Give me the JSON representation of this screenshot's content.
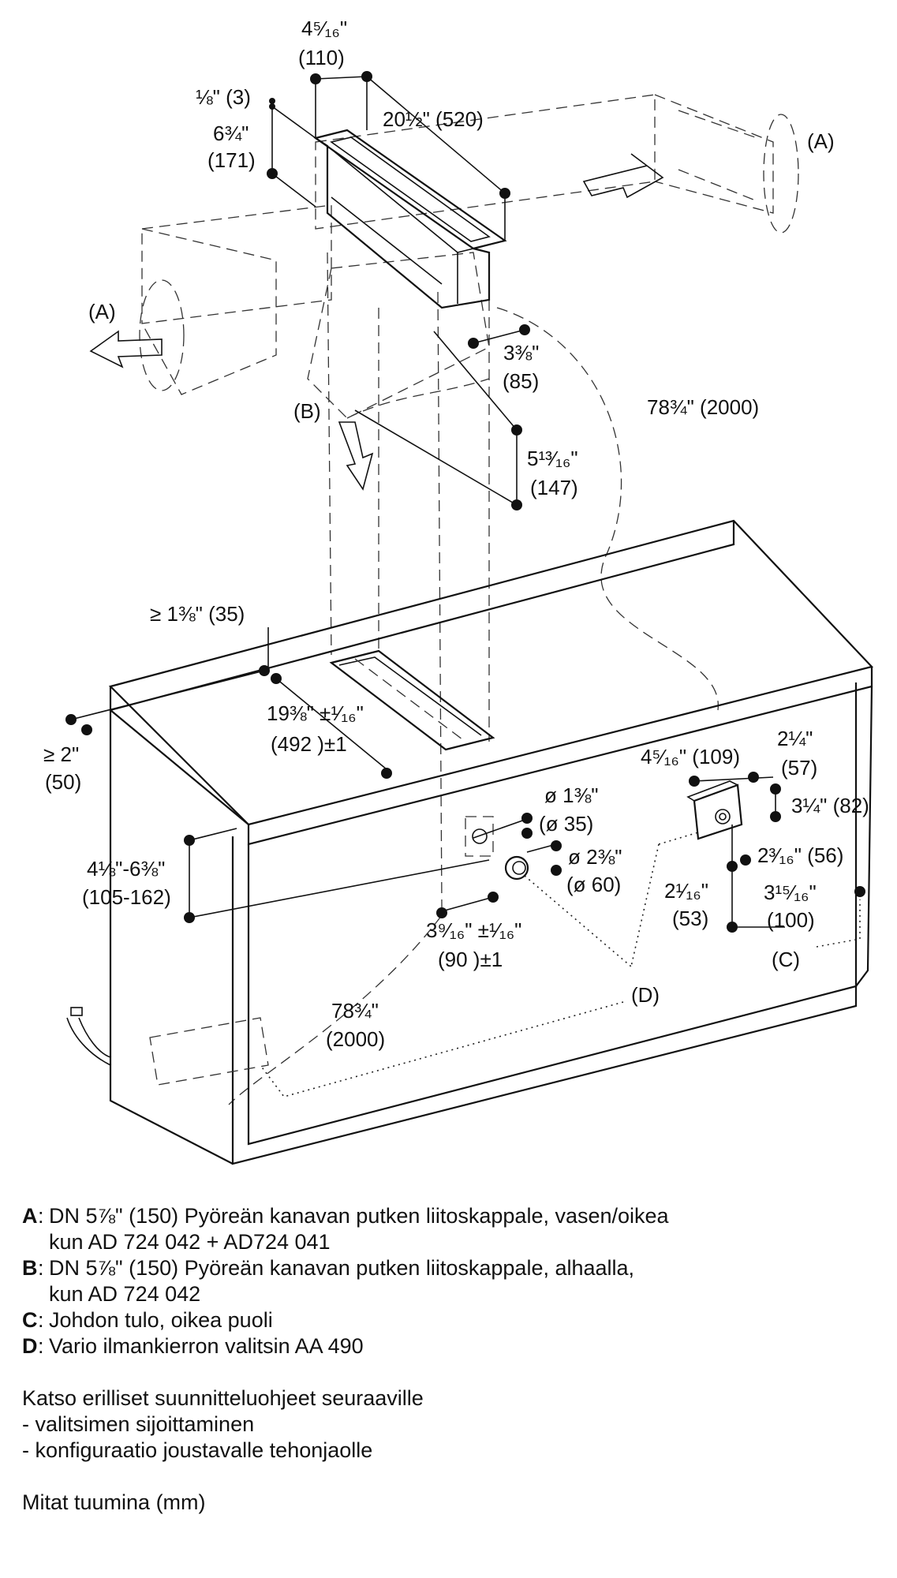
{
  "dimensions": {
    "unit_top_w": "4⁵⁄₁₆\"",
    "unit_top_w_mm": "(110)",
    "lip": "⅛\" (3)",
    "height": "6¾\"",
    "height_mm": "(171)",
    "length": "20½\" (520)",
    "depth": "3⅜\"",
    "depth_mm": "(85)",
    "duct_offset": "5¹³⁄₁₆\"",
    "duct_offset_mm": "(147)",
    "cable_length": "78¾\" (2000)",
    "back_min": "≥ 1⅜\" (35)",
    "cutout_len": "19⅜\" ±¹⁄₁₆\"",
    "cutout_len_mm": "(492 )±1",
    "front_min": "≥ 2\"",
    "front_min_mm": "(50)",
    "panel_range": "4⅛\"-6⅜\"",
    "panel_range_mm": "(105-162)",
    "hole_small": "ø 1⅜\"",
    "hole_small_mm": "(ø 35)",
    "hole_large": "ø 2⅜\"",
    "hole_large_mm": "(ø 60)",
    "cutout_w": "3⁹⁄₁₆\" ±¹⁄₁₆\"",
    "cutout_w_mm": "(90 )±1",
    "box_w": "4⁵⁄₁₆\" (109)",
    "box_a": "2¼\"",
    "box_a_mm": "(57)",
    "box_h": "3¼\" (82)",
    "box_d": "2³⁄₁₆\" (56)",
    "box_b": "2¹⁄₁₆\"",
    "box_b_mm": "(53)",
    "box_c": "3¹⁵⁄₁₆\"",
    "box_c_mm": "(100)",
    "cable_length_lower": "78¾\"",
    "cable_length_lower_mm": "(2000)"
  },
  "callouts": {
    "a": "(A)",
    "b": "(B)",
    "c": "(C)",
    "d": "(D)"
  },
  "legend": [
    {
      "key": "A",
      "lines": [
        "DN 5⅞\" (150) Pyöreän kanavan putken liitoskappale, vasen/oikea",
        "kun AD 724 042 + AD724 041"
      ]
    },
    {
      "key": "B",
      "lines": [
        "DN 5⅞\" (150) Pyöreän kanavan putken liitoskappale, alhaalla,",
        "kun AD 724 042"
      ]
    },
    {
      "key": "C",
      "lines": [
        "Johdon tulo, oikea puoli"
      ]
    },
    {
      "key": "D",
      "lines": [
        "Vario ilmankierron valitsin AA 490"
      ]
    }
  ],
  "notes": {
    "intro": "Katso erilliset suunnitteluohjeet seuraaville",
    "items": [
      "- valitsimen sijoittaminen",
      "- konfiguraatio joustavalle tehonjaolle"
    ],
    "units": "Mitat tuumina (mm)"
  }
}
